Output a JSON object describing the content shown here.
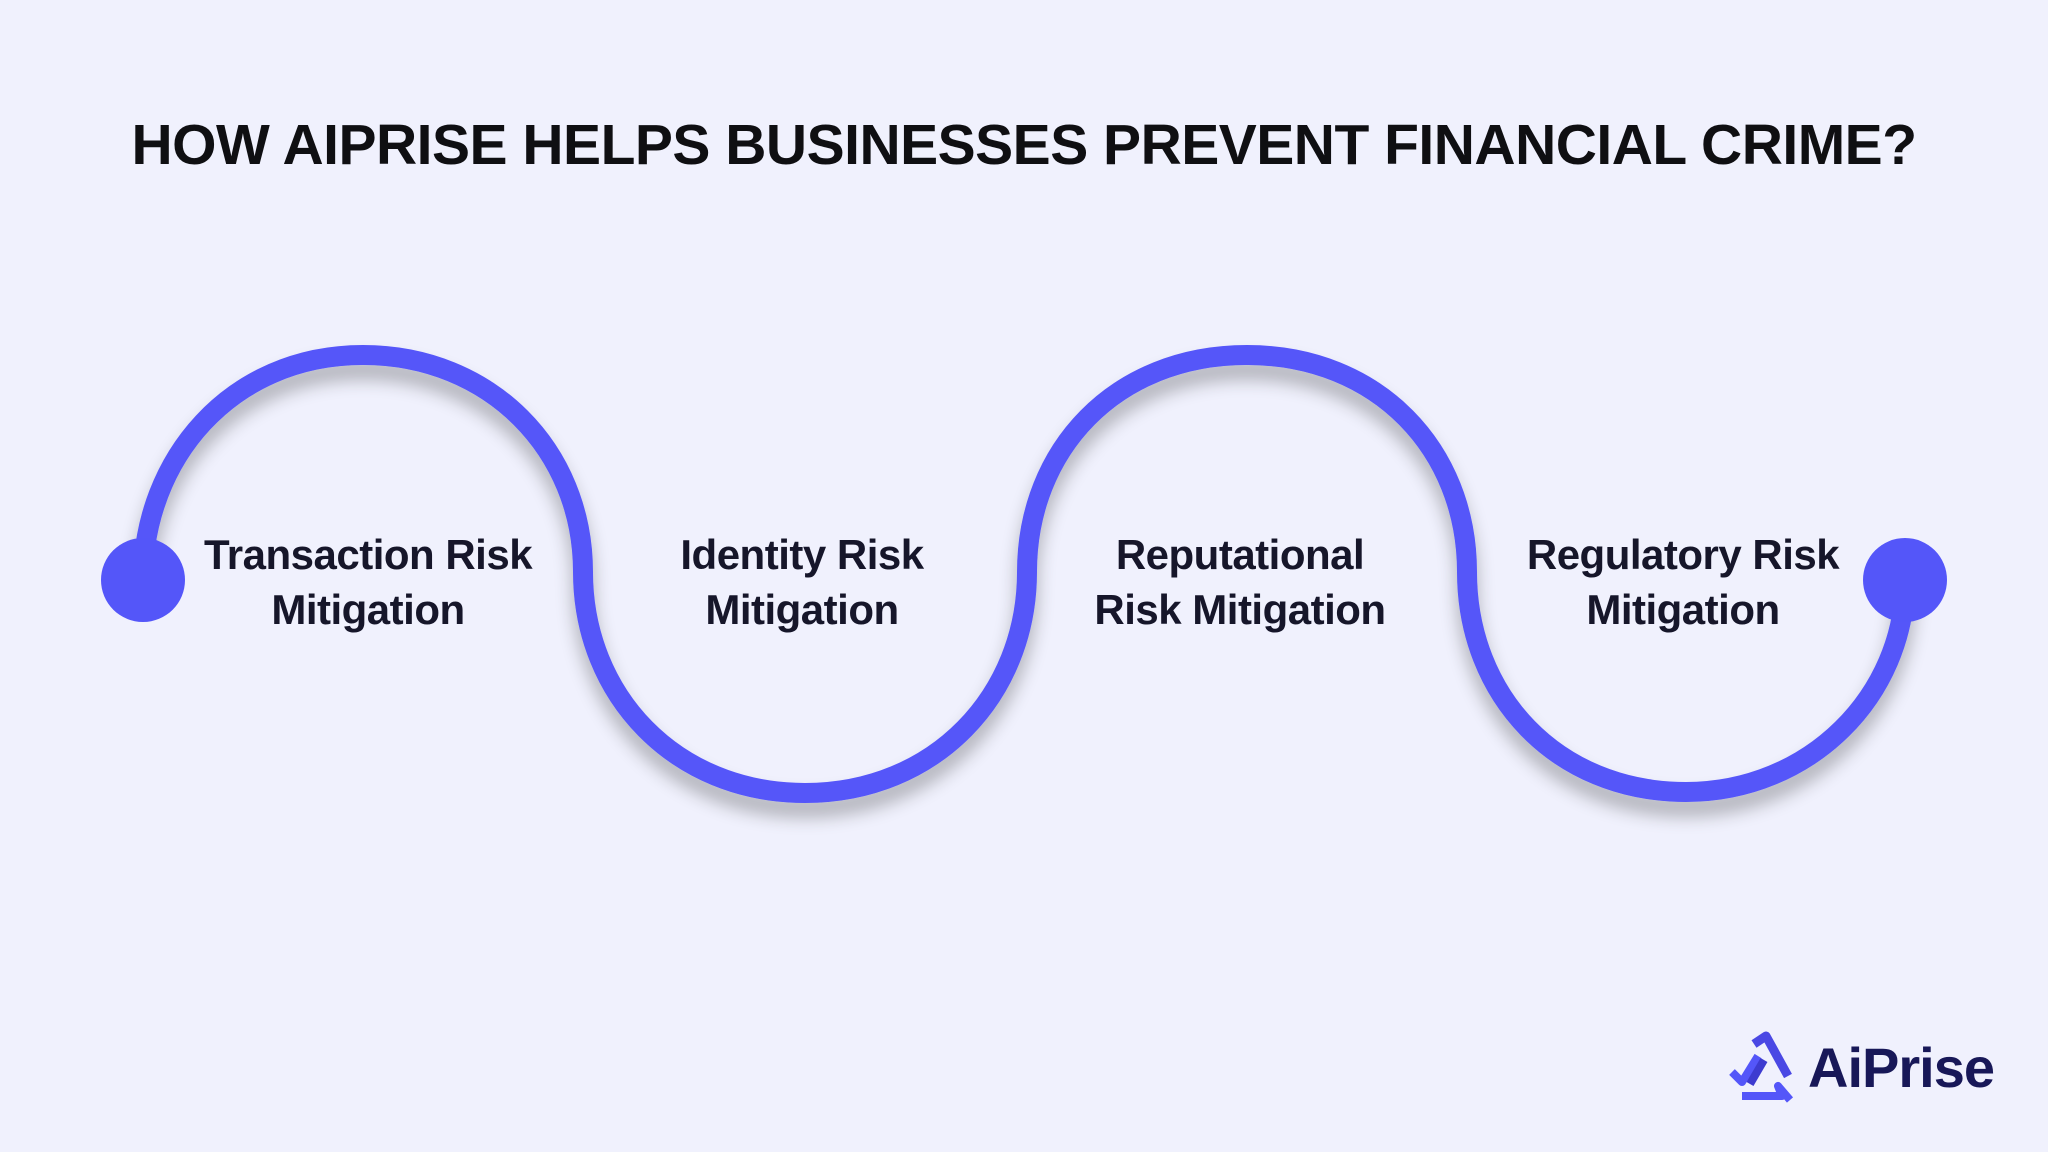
{
  "title": "HOW AIPRISE HELPS BUSINESSES PREVENT FINANCIAL CRIME?",
  "colors": {
    "background": "#f0f1fd",
    "accent": "#5456f9",
    "text": "#16162a",
    "logo_text": "#181858"
  },
  "steps": [
    {
      "line1": "Transaction Risk",
      "line2": "Mitigation"
    },
    {
      "line1": "Identity Risk",
      "line2": "Mitigation"
    },
    {
      "line1": "Reputational",
      "line2": "Risk Mitigation"
    },
    {
      "line1": "Regulatory Risk",
      "line2": "Mitigation"
    }
  ],
  "logo": {
    "icon": "aiprise-logo-icon",
    "text": "AiPrise"
  }
}
